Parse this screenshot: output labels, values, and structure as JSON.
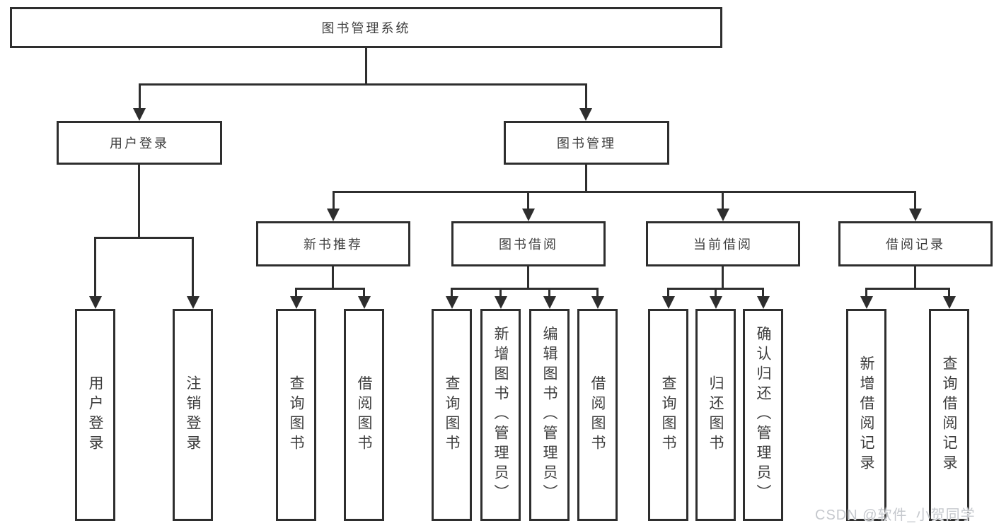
{
  "tree": {
    "root": {
      "label": "图书管理系统"
    },
    "branches": [
      {
        "label": "用户登录",
        "children": [
          {
            "label": "用户登录"
          },
          {
            "label": "注销登录"
          }
        ]
      },
      {
        "label": "图书管理",
        "children": [
          {
            "label": "新书推荐",
            "children": [
              {
                "label": "查询图书"
              },
              {
                "label": "借阅图书"
              }
            ]
          },
          {
            "label": "图书借阅",
            "children": [
              {
                "label": "查询图书"
              },
              {
                "label": "新增图书（管理员）"
              },
              {
                "label": "编辑图书（管理员）"
              },
              {
                "label": "借阅图书"
              }
            ]
          },
          {
            "label": "当前借阅",
            "children": [
              {
                "label": "查询图书"
              },
              {
                "label": "归还图书"
              },
              {
                "label": "确认归还（管理员）"
              }
            ]
          },
          {
            "label": "借阅记录",
            "children": [
              {
                "label": "新增借阅记录"
              },
              {
                "label": "查询借阅记录"
              }
            ]
          }
        ]
      }
    ]
  },
  "watermark": {
    "text": "CSDN @软件_小贺同学",
    "color": "#c5c8cd"
  },
  "colors": {
    "line": "#2e2e2e",
    "text": "#3d3d3d",
    "background": "#ffffff"
  }
}
